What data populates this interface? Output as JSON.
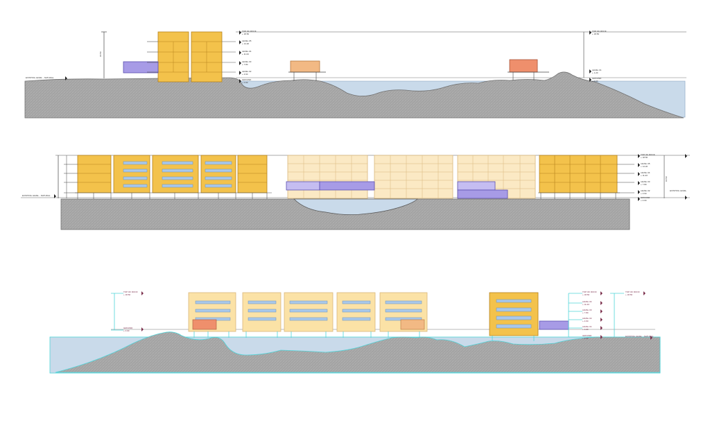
{
  "image_alt": "",
  "colors": {
    "background": "#ffffff",
    "ground": "#a9a9a9",
    "ground_edge": "#6f6f6f",
    "water": "#c9daea",
    "building_gold": "#f3c24b",
    "building_gold_edge": "#b5821c",
    "building_light": "#fbe9c4",
    "building_light_edge": "#d9b77c",
    "slab_blue": "#a9c8ea",
    "podium_purple": "#a79be6",
    "pavilion_orange": "#f2b984",
    "pavilion_red": "#ef8f6c",
    "marker_purple": "#7a2d4a",
    "cyan_line": "#4fd4d8",
    "grey_line": "#555555"
  },
  "sections": [
    {
      "id": "section-1",
      "level_labels": [
        {
          "line1": "TOP OF ROOF",
          "line2": "+ 18.50"
        },
        {
          "line1": "LEVEL 05",
          "line2": "+ 14.20"
        },
        {
          "line1": "LEVEL 04",
          "line2": "+ 11.00"
        },
        {
          "line1": "LEVEL 03",
          "line2": "+ 7.80"
        },
        {
          "line1": "LEVEL 02",
          "line2": "+ 4.60"
        },
        {
          "line1": "GROUND",
          "line2": "+ 0.00"
        }
      ],
      "right_level_labels": [
        {
          "line1": "TOP OF ROOF",
          "line2": "+ 18.50"
        },
        {
          "line1": "LEVEL 01",
          "line2": "+ 1.20"
        },
        {
          "line1": "GROUND",
          "line2": "+ 0.00"
        }
      ],
      "left_note": "EXISTING LEVEL - NATURAL",
      "dimension_label": "18.50"
    },
    {
      "id": "section-2",
      "level_labels": [
        {
          "line1": "TOP OF ROOF",
          "line2": "+ 18.50"
        },
        {
          "line1": "LEVEL 05",
          "line2": "+ 14.20"
        },
        {
          "line1": "LEVEL 04",
          "line2": "+ 11.00"
        },
        {
          "line1": "LEVEL 03",
          "line2": "+ 7.80"
        },
        {
          "line1": "LEVEL 02",
          "line2": "+ 4.60"
        },
        {
          "line1": "GROUND",
          "line2": "+ 0.00"
        }
      ],
      "right_note": "EXISTING LEVEL",
      "left_note": "EXISTING LEVEL - NATURAL",
      "dimension_label": "18.50"
    },
    {
      "id": "section-3",
      "level_labels": [
        {
          "line1": "TOP OF ROOF",
          "line2": "+ 18.50"
        },
        {
          "line1": "LEVEL 04",
          "line2": "+ 11.00"
        },
        {
          "line1": "LEVEL 03",
          "line2": "+ 7.80"
        },
        {
          "line1": "LEVEL 02",
          "line2": "+ 4.60"
        },
        {
          "line1": "LEVEL 01",
          "line2": "+ 1.20"
        },
        {
          "line1": "GROUND",
          "line2": "+ 0.00"
        }
      ],
      "left_level_labels": [
        {
          "line1": "TOP OF ROOF",
          "line2": "+ 18.50"
        },
        {
          "line1": "GROUND",
          "line2": "+ 0.00"
        }
      ],
      "right_note": "EXISTING LEVEL - NATURAL"
    }
  ]
}
